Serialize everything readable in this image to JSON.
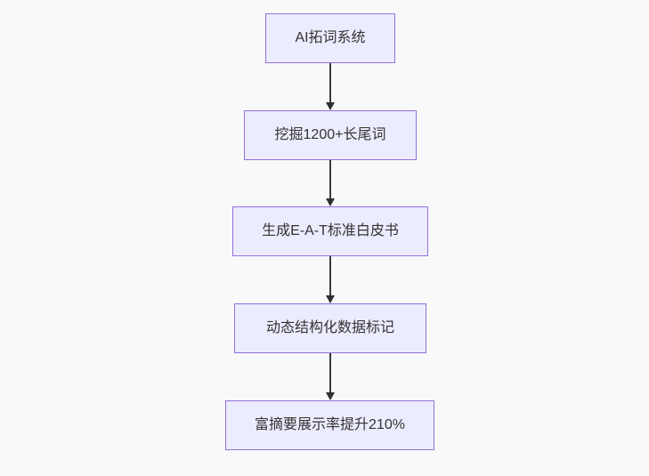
{
  "page": {
    "background_color": "#f9f9f9"
  },
  "flowchart": {
    "type": "flowchart",
    "direction": "top-down",
    "node_fill_color": "#ECECFF",
    "node_border_color": "#9370DB",
    "node_text_color": "#333333",
    "edge_color": "#3b3b3b",
    "nodes": [
      {
        "id": "A",
        "label": "AI拓词系统"
      },
      {
        "id": "B",
        "label": "挖掘1200+长尾词"
      },
      {
        "id": "C",
        "label": "生成E-A-T标准白皮书"
      },
      {
        "id": "D",
        "label": "动态结构化数据标记"
      },
      {
        "id": "E",
        "label": "富摘要展示率提升210%"
      }
    ],
    "edges": [
      {
        "from": "A",
        "to": "B"
      },
      {
        "from": "B",
        "to": "C"
      },
      {
        "from": "C",
        "to": "D"
      },
      {
        "from": "D",
        "to": "E"
      }
    ]
  }
}
